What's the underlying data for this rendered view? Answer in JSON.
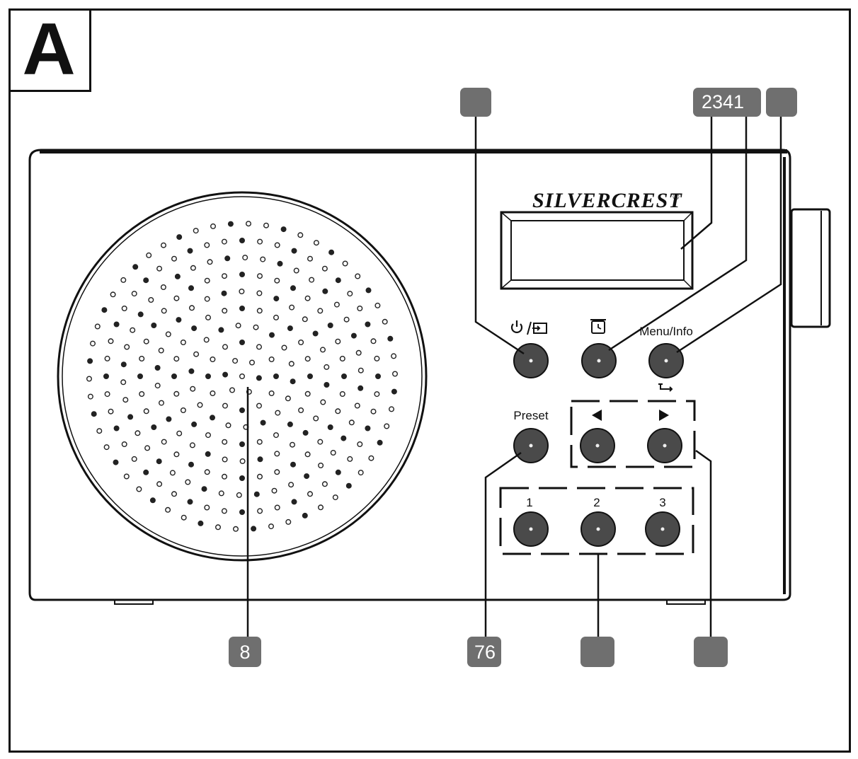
{
  "figure": {
    "letter": "A"
  },
  "brand": {
    "logo_text": "SilverCrest",
    "logo_mark": "®"
  },
  "buttons": {
    "power": {
      "icon": "power-source-icon"
    },
    "alarm": {
      "icon": "alarm-clock-icon"
    },
    "menu": {
      "label": "Menu/Info",
      "sub_icon": "back-arrow-icon"
    },
    "preset": {
      "label": "Preset"
    },
    "nav_left": {
      "icon": "triangle-left-icon"
    },
    "nav_right": {
      "icon": "triangle-right-icon"
    },
    "preset_1": {
      "label": "1"
    },
    "preset_2": {
      "label": "2"
    },
    "preset_3": {
      "label": "3"
    }
  },
  "callouts": {
    "top": [
      "",
      "2341",
      ""
    ],
    "bottom": [
      "8",
      "76",
      "",
      ""
    ]
  },
  "colors": {
    "callout_fill": "#6f6f6f",
    "ink": "#111111",
    "button": "#4a4a4a"
  }
}
